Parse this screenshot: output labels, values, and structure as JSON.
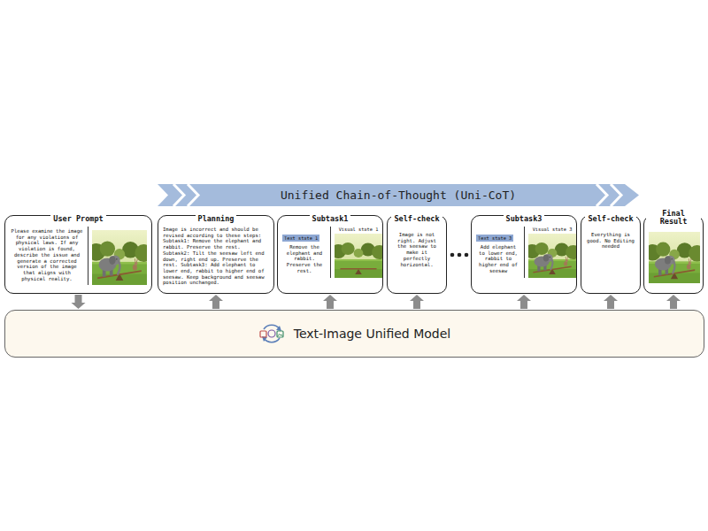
{
  "diagram": {
    "nodes": [
      {
        "text": [
          "Unified Chain-of-Thought (Uni-CoT)"
        ]
      },
      {
        "text": [
          "User Prompt",
          "Please examine the image for any violations of physical laws. If any violation is found, describe the issue and generate a corrected version of the image that aligns with physical reality."
        ]
      },
      {
        "text": [
          "Planning",
          "Image is incorrect and should be revised according to these steps: Subtask1: Remove the elephant and rabbit. Preserve the rest. Subtask2: Tilt the seesaw left end down, right end up. Preserve the rest. Subtask3: Add elephant to lower end, rabbit to higher end of seesaw. Keep background and seesaw position unchanged."
        ]
      },
      {
        "text": [
          "Subtask1",
          "Text state 1",
          "Remove the elephant and rabbit. Preserve the rest.",
          "Visual state 1"
        ]
      },
      {
        "text": [
          "Self-check",
          "Image is not right. Adjust the seesaw to make it perfectly horizontal."
        ]
      },
      {
        "text": [
          "Subtask3",
          "Text state 3",
          "Add elephant to lower end, rabbit to higher end of seesaw",
          "Visual state 3"
        ]
      },
      {
        "text": [
          "Self-check",
          "Everything is good. No Editing needed"
        ]
      },
      {
        "text": [
          "Final Result"
        ]
      },
      {
        "text": [
          "Text-Image Unified Model"
        ]
      }
    ],
    "edges": [
      {
        "from": 1,
        "to": 8,
        "arrow": "to"
      },
      {
        "from": 8,
        "to": 2,
        "arrow": "to"
      },
      {
        "from": 8,
        "to": 3,
        "arrow": "to"
      },
      {
        "from": 8,
        "to": 4,
        "arrow": "to"
      },
      {
        "from": 8,
        "to": 5,
        "arrow": "to"
      },
      {
        "from": 8,
        "to": 6,
        "arrow": "to"
      },
      {
        "from": 8,
        "to": 7,
        "arrow": "to"
      }
    ]
  }
}
